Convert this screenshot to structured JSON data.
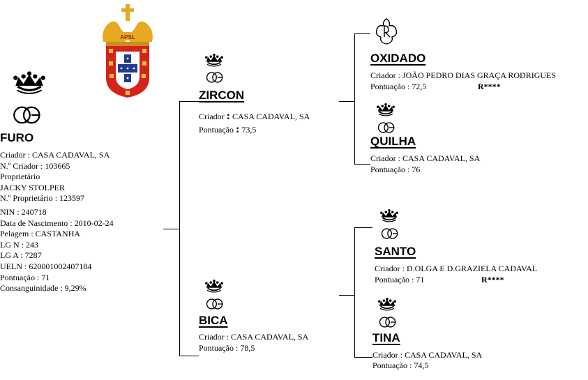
{
  "crest": {
    "ribbon_text": "APSL"
  },
  "horse": {
    "name": "FURO",
    "breeder_label": "Criador :",
    "breeder": "CASA CADAVAL, SA",
    "breeder_no_label": "N.º Criador :",
    "breeder_no": "103665",
    "owner_label": "Proprietário",
    "owner": "JACKY STOLPER",
    "owner_no_label": "N.º Proprietário :",
    "owner_no": "123597",
    "nin_label": "NIN :",
    "nin": "240718",
    "birth_label": "Data de Nascimento :",
    "birth": "2010-02-24",
    "coat_label": "Pelagem :",
    "coat": "CASTANHA",
    "lgn_label": "LG N :",
    "lgn": "243",
    "lga_label": "LG A :",
    "lga": "7287",
    "ueln_label": "UELN :",
    "ueln": "620001002407184",
    "score_label": "Pontuação :",
    "score": "71",
    "inbreeding_label": "Consanguinidade :",
    "inbreeding": "9,29%"
  },
  "sire": {
    "name": "ZIRCON",
    "breeder_label": "Criador",
    "colon": ":",
    "breeder": "CASA CADAVAL, SA",
    "score_label": "Pontuação",
    "score": "73,5"
  },
  "dam": {
    "name": "BICA",
    "breeder_label": "Criador :",
    "breeder": "CASA CADAVAL, SA",
    "score_label": "Pontuação :",
    "score": "78,5"
  },
  "sire_sire": {
    "name": "OXIDADO",
    "breeder_label": "Criador :",
    "breeder": "JOÃO PEDRO DIAS GRAÇA RODRIGUES",
    "score_label": "Pontuação :",
    "score": "72,5",
    "rating": "R****"
  },
  "sire_dam": {
    "name": "QUILHA",
    "breeder_label": "Criador :",
    "breeder": "CASA CADAVAL, SA",
    "score_label": "Pontuação :",
    "score": "76"
  },
  "dam_sire": {
    "name": "SANTO",
    "breeder_label": "Criador :",
    "breeder": "D.OLGA E D.GRAZIELA CADAVAL",
    "score_label": "Pontuação :",
    "score": "71",
    "rating": "R****"
  },
  "dam_dam": {
    "name": "TINA",
    "breeder_label": "Criador :",
    "breeder": "CASA CADAVAL, SA",
    "score_label": "Pontuação :",
    "score": "74,5"
  }
}
